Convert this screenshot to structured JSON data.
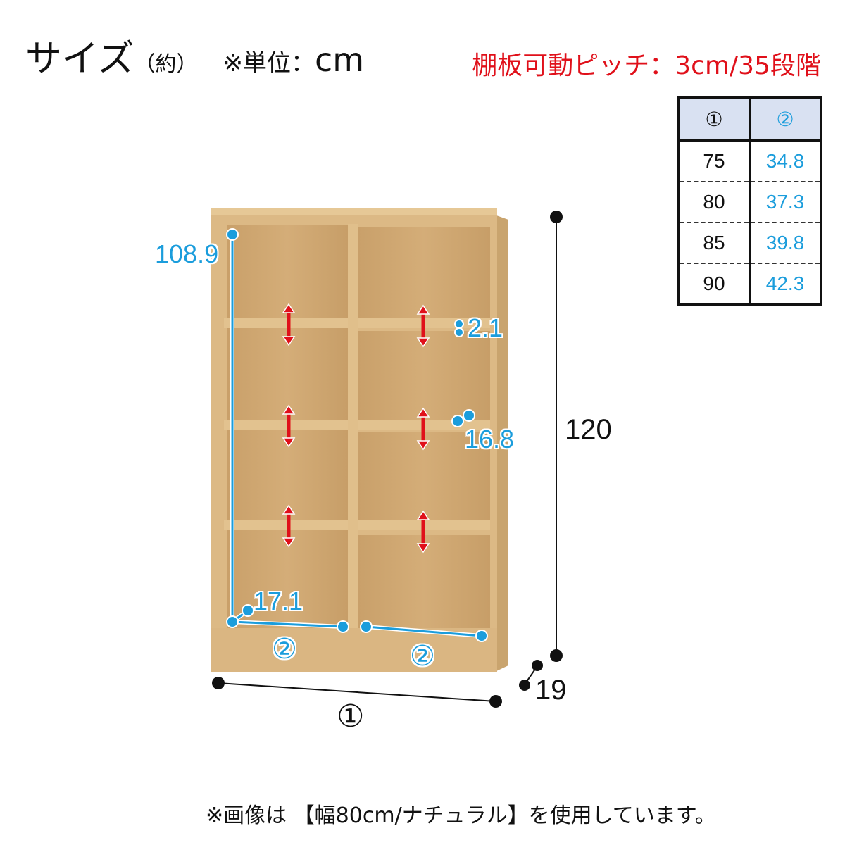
{
  "header": {
    "title": "サイズ",
    "approx": "（約）",
    "unit_label": "※単位：",
    "unit": "cm",
    "shelf_pitch": "棚板可動ピッチ：3cm/35段階"
  },
  "size_table": {
    "columns": [
      "①",
      "②"
    ],
    "rows": [
      {
        "width": "75",
        "inner": "34.8"
      },
      {
        "width": "80",
        "inner": "37.3"
      },
      {
        "width": "85",
        "inner": "39.8"
      },
      {
        "width": "90",
        "inner": "42.3"
      }
    ]
  },
  "dimensions": {
    "inner_height": "108.9",
    "shelf_thickness": "2.1",
    "shelf_depth": "16.8",
    "inner_depth": "17.1",
    "total_height": "120",
    "total_depth": "19",
    "width_marker": "①",
    "inner_width_marker_left": "②",
    "inner_width_marker_right": "②"
  },
  "colors": {
    "accent_red": "#e0101a",
    "dimension_blue": "#1b9ddc",
    "wood": "#d9b27a",
    "table_header": "#d9e1f2"
  },
  "footer": {
    "note": "※画像は 【幅80cm/ナチュラル】を使用しています。"
  }
}
